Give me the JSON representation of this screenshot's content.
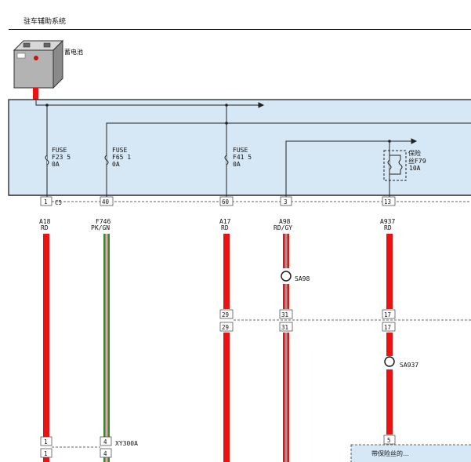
{
  "title": "驻车辅助系统",
  "battery": {
    "label": "蓄电池"
  },
  "fuses": [
    {
      "id": "f23",
      "type": "FUSE",
      "name": "F23 5",
      "rating": "0A"
    },
    {
      "id": "f65",
      "type": "FUSE",
      "name": "F65 1",
      "rating": "0A"
    },
    {
      "id": "f41",
      "type": "FUSE",
      "name": "F41 5",
      "rating": "0A"
    },
    {
      "id": "f79",
      "type": "保险",
      "name": "丝F79",
      "rating": "10A"
    }
  ],
  "connector_c5": {
    "label": "C5",
    "pins": [
      "1",
      "40",
      "60",
      "3",
      "13"
    ]
  },
  "wires": [
    {
      "code": "A18",
      "color": "RD"
    },
    {
      "code": "F746",
      "color": "PK/GN"
    },
    {
      "code": "A17",
      "color": "RD"
    },
    {
      "code": "A98",
      "color": "RD/GY"
    },
    {
      "code": "A937",
      "color": "RD"
    }
  ],
  "splices": [
    {
      "label": "SA98"
    },
    {
      "label": "SA937"
    }
  ],
  "mid_connector": {
    "pins": [
      "29",
      "31",
      "17"
    ]
  },
  "bottom_connector": {
    "label": "XY300A",
    "pins": [
      "1",
      "4"
    ]
  },
  "bottom_pin_5": "5",
  "bottom_box": {
    "label": "带保险丝的…"
  },
  "colors": {
    "red_wire": "#ee1111",
    "panel_fill": "#d6e7f5",
    "green_wire": "#2e8b2e",
    "pink_wire": "#f0a0b0",
    "gray_wire": "#9a9a9a"
  }
}
